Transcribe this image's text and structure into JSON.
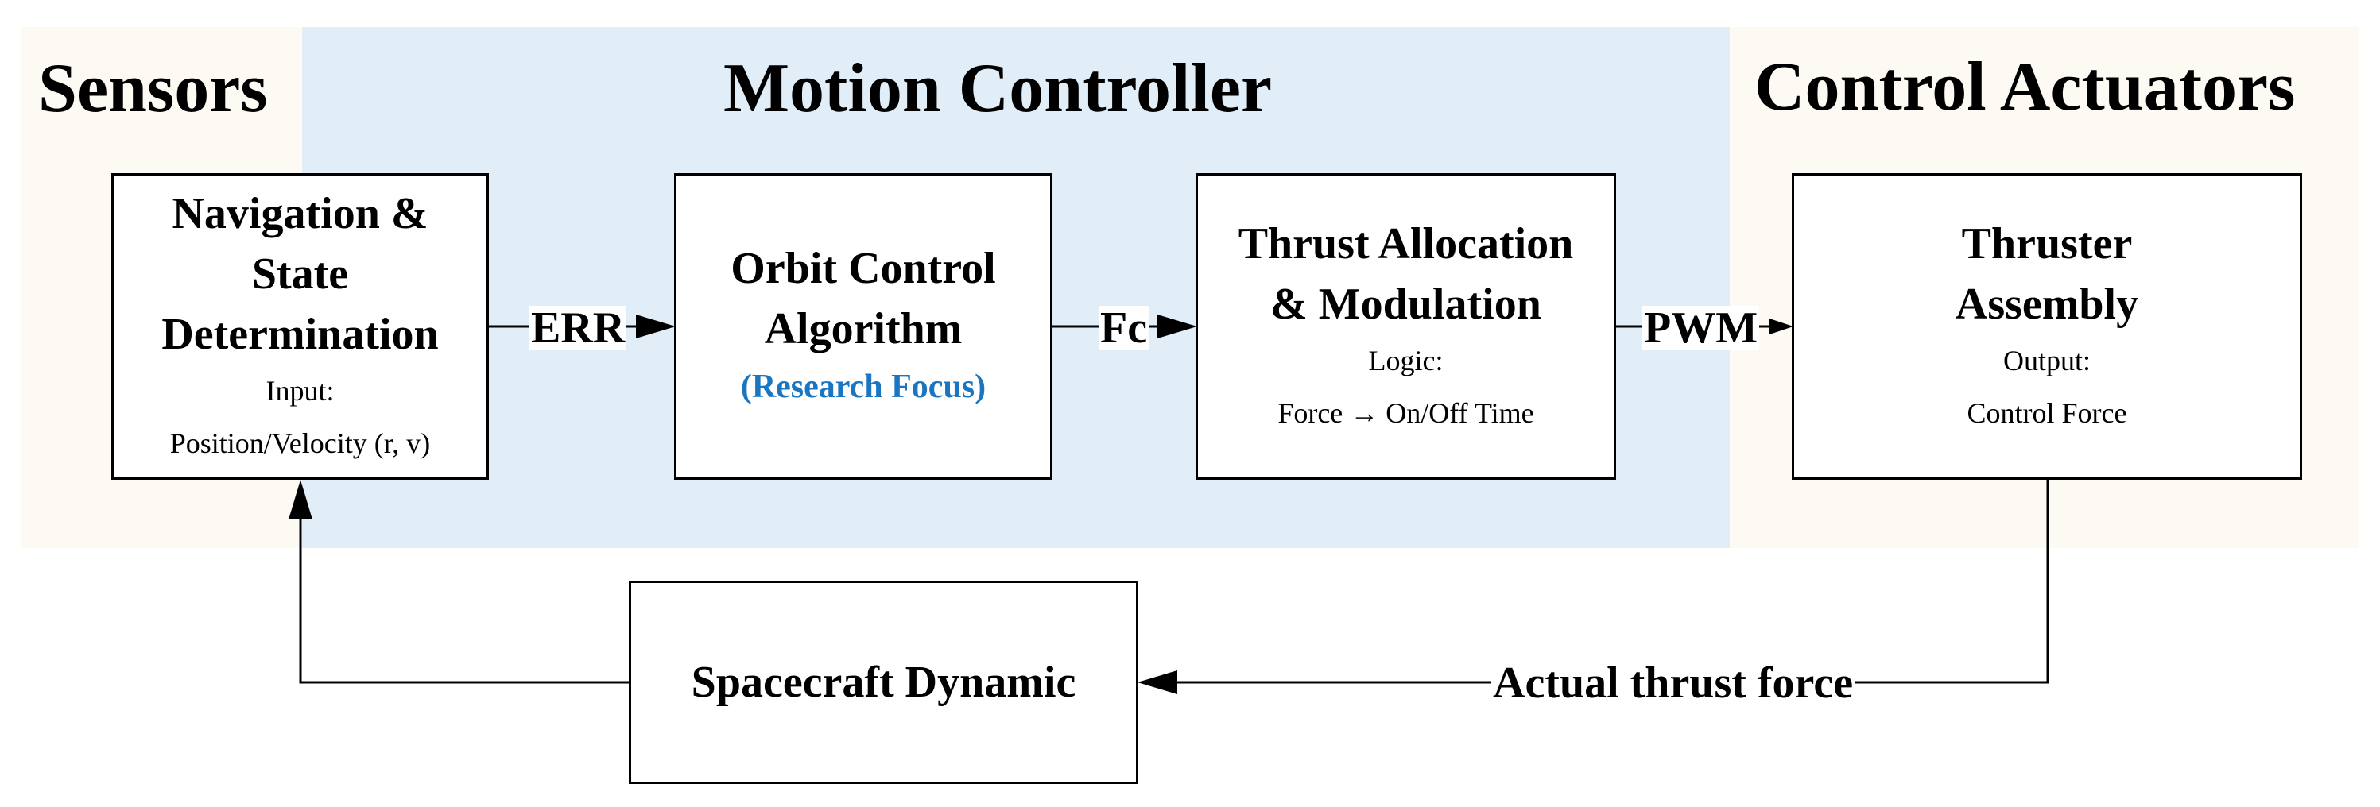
{
  "colors": {
    "zone_sensors": "#fdfaf3",
    "zone_controller": "#e1edf7",
    "zone_actuators": "#fdfaf3",
    "line": "#000000",
    "accent_blue": "#1a76c0"
  },
  "zones": {
    "sensors": "Sensors",
    "controller": "Motion Controller",
    "actuators": "Control Actuators"
  },
  "blocks": {
    "navigation": {
      "title_lines": [
        "Navigation &",
        "State",
        "Determination"
      ],
      "input_label": "Input:",
      "input_value": "Position/Velocity (r, v)"
    },
    "orbit": {
      "title_lines": [
        "Orbit Control",
        "Algorithm"
      ],
      "note": "(Research Focus)"
    },
    "thrust": {
      "title_lines": [
        "Thrust Allocation",
        "& Modulation"
      ],
      "logic_label": "Logic:",
      "logic_value": "Force → On/Off Time"
    },
    "assembly": {
      "title_lines": [
        "Thruster",
        "Assembly"
      ],
      "output_label": "Output:",
      "output_value": "Control Force"
    },
    "dynamics": {
      "title": "Spacecraft Dynamic"
    }
  },
  "signals": {
    "err": "ERR",
    "fc": "Fc",
    "pwm": "PWM",
    "feedback": "Actual thrust force"
  }
}
